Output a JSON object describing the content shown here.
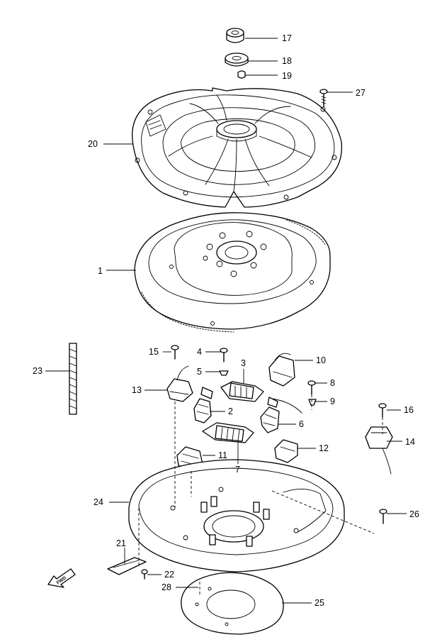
{
  "labels": {
    "p1": "1",
    "p2": "2",
    "p3": "3",
    "p4": "4",
    "p5": "5",
    "p6": "6",
    "p7": "7",
    "p8": "8",
    "p9": "9",
    "p10": "10",
    "p11": "11",
    "p12": "12",
    "p13": "13",
    "p14": "14",
    "p15": "15",
    "p16": "16",
    "p17": "17",
    "p18": "18",
    "p19": "19",
    "p20": "20",
    "p21": "21",
    "p22": "22",
    "p23": "23",
    "p24": "24",
    "p25": "25",
    "p26": "26",
    "p27": "27",
    "p28": "28"
  },
  "fwd_text": "FWD"
}
